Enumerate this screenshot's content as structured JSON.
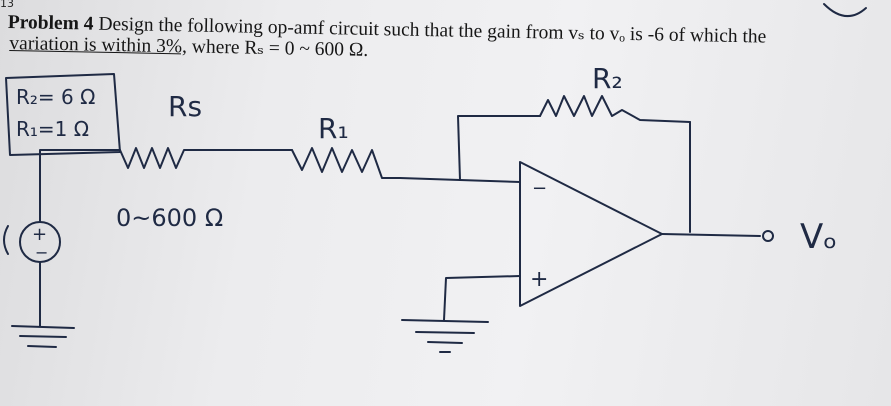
{
  "problem": {
    "margin_mark": "13",
    "number_label": "Problem 4",
    "statement_line1": "Design the following op-amf circuit such that the gain from vₛ to vₒ is -6 of which the",
    "statement_line2_underlined": "variation is within 3%,",
    "statement_line2_rest": "where Rₛ = 0 ~ 600 Ω."
  },
  "annotations": {
    "given_r2": "R₂= 6 Ω",
    "given_r1": "R₁=1 Ω",
    "rs_label": "Rs",
    "r1_label": "R₁",
    "r2_label": "R₂",
    "rs_range": "0~600 Ω",
    "output_label": "Vₒ",
    "source_plus": "+",
    "source_minus": "−",
    "opamp_minus": "−",
    "opamp_plus": "+"
  },
  "colors": {
    "ink": "#1f2a44",
    "print": "#161616",
    "paper": "#ececee"
  }
}
